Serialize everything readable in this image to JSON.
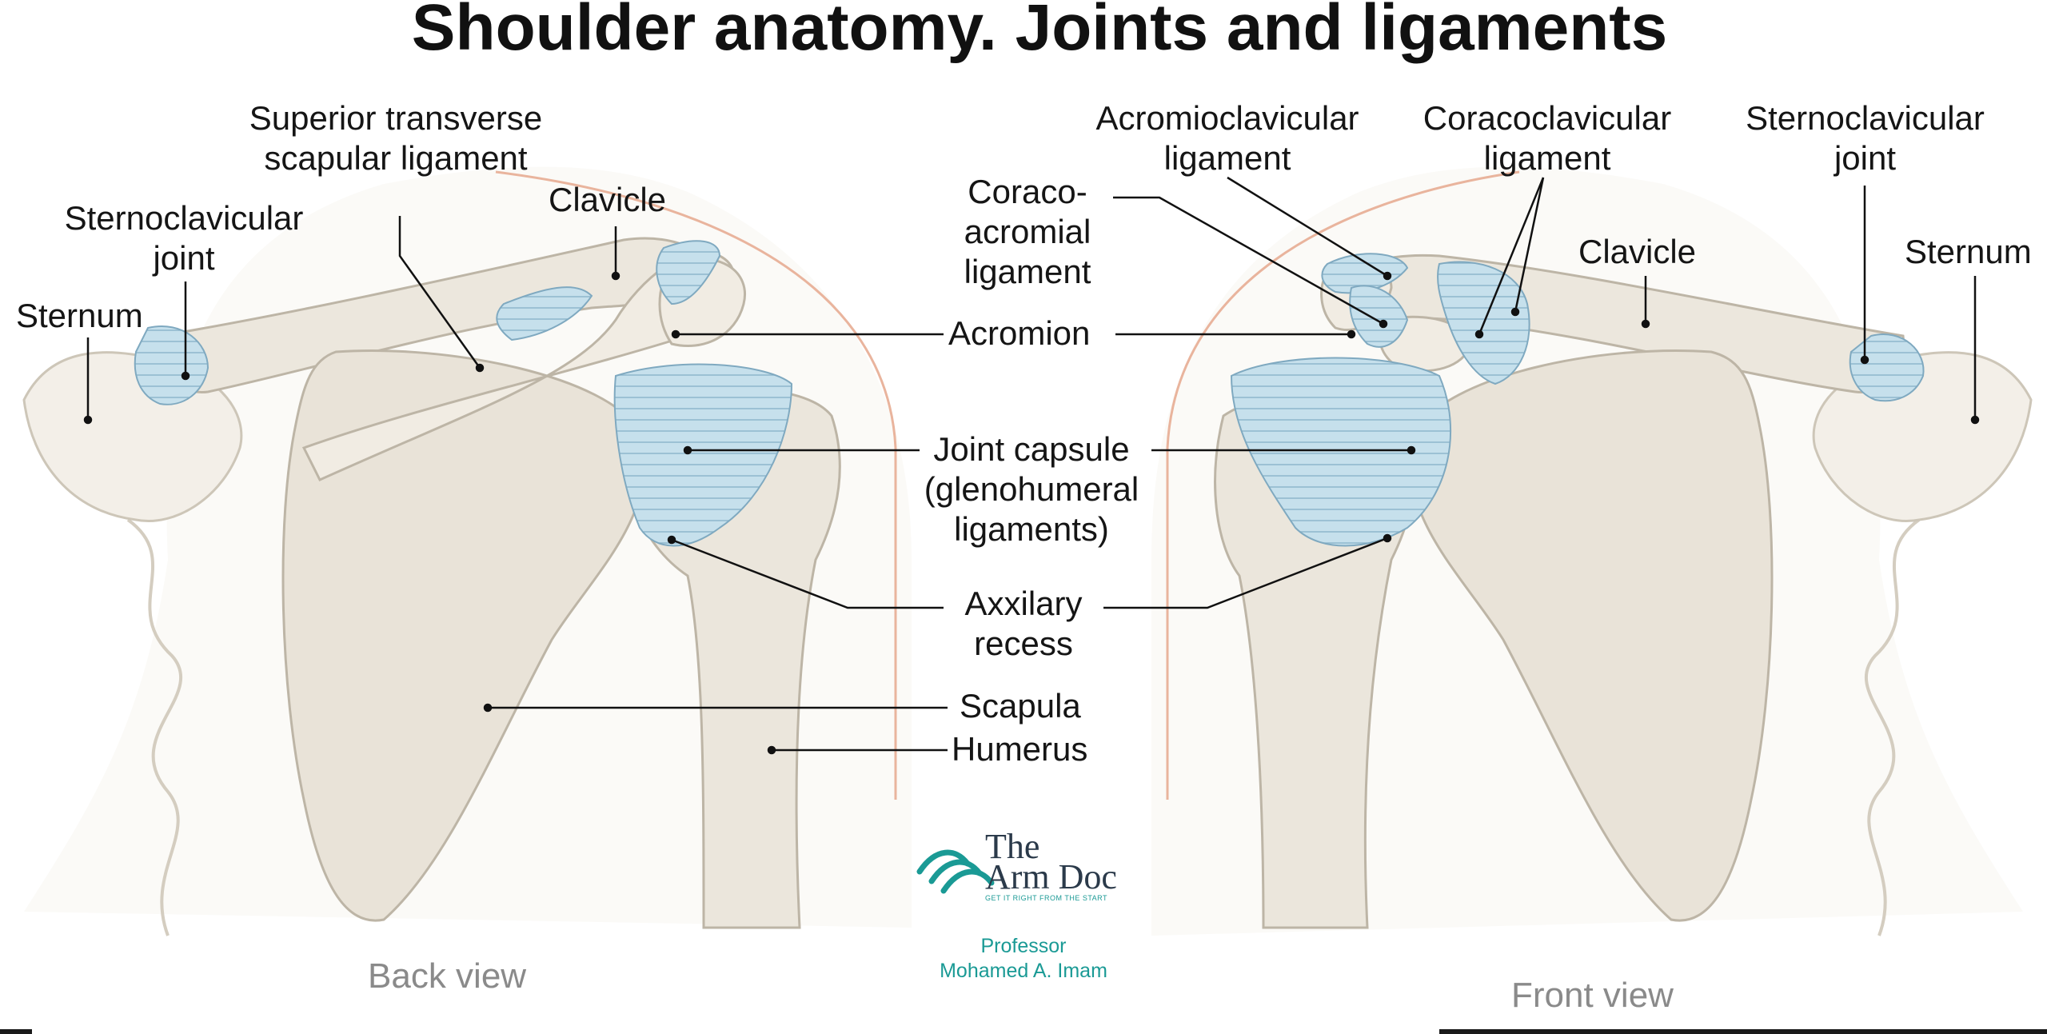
{
  "title": "Shoulder anatomy. Joints and ligaments",
  "labels": {
    "sup_transverse_1": "Superior transverse",
    "sup_transverse_2": "scapular ligament",
    "clavicle_back": "Clavicle",
    "sternoclavicular_back_1": "Sternoclavicular",
    "sternoclavicular_back_2": "joint",
    "sternum_back": "Sternum",
    "acromioclavicular_1": "Acromioclavicular",
    "acromioclavicular_2": "ligament",
    "coracoclavicular_1": "Coracoclavicular",
    "coracoclavicular_2": "ligament",
    "sternoclavicular_front_1": "Sternoclavicular",
    "sternoclavicular_front_2": "joint",
    "coracoacromial_1": "Coraco-",
    "coracoacromial_2": "acromial",
    "coracoacromial_3": "ligament",
    "clavicle_front": "Clavicle",
    "sternum_front": "Sternum",
    "acromion": "Acromion",
    "joint_capsule_1": "Joint capsule",
    "joint_capsule_2": "(glenohumeral",
    "joint_capsule_3": "ligaments)",
    "axillary_1": "Axxilary",
    "axillary_2": "recess",
    "scapula": "Scapula",
    "humerus": "Humerus"
  },
  "views": {
    "back": "Back view",
    "front": "Front view"
  },
  "logo": {
    "line1": "The",
    "line2": "Arm Doc",
    "tagline": "GET IT RIGHT FROM THE START",
    "icon": "wave-logo-icon"
  },
  "credit": {
    "line1": "Professor",
    "line2": "Mohamed A. Imam"
  },
  "colors": {
    "bone": "#ece7dd",
    "bone_shadow": "#d6cfc2",
    "ligament": "#bcd9e6",
    "ligament_line": "#7fa9c0",
    "skin_outline": "#e9b49d",
    "leader": "#111111",
    "brand": "#1a9a95"
  }
}
